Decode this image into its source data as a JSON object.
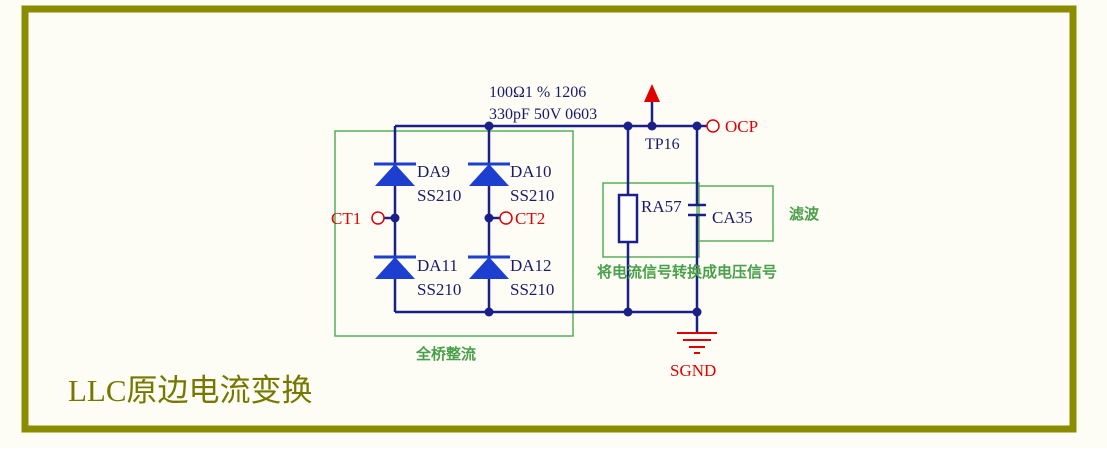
{
  "colors": {
    "frame": "#8b8c00",
    "wire": "#1a1f8a",
    "diode": "#1c3fd0",
    "group_box": "#5aae5a",
    "group_text": "#4a9f4a",
    "red": "#e00000",
    "label": "#1a1a6a",
    "title": "#777700",
    "sheet_bg": "#fdfdf5"
  },
  "title": "LLC原边电流变换",
  "components": {
    "da9": {
      "ref": "DA9",
      "value": "SS210"
    },
    "da10": {
      "ref": "DA10",
      "value": "SS210"
    },
    "da11": {
      "ref": "DA11",
      "value": "SS210"
    },
    "da12": {
      "ref": "DA12",
      "value": "SS210"
    },
    "ra57": {
      "ref": "RA57",
      "value": "100Ω1  % 1206"
    },
    "ca35": {
      "ref": "CA35",
      "value": "330pF 50V 0603"
    },
    "tp16": {
      "ref": "TP16"
    }
  },
  "ports": {
    "ct1": "CT1",
    "ct2": "CT2",
    "ocp": "OCP",
    "sgnd": "SGND"
  },
  "groups": {
    "bridge": "全桥整流",
    "iv": "将电流信号转换成电压信号",
    "filter": "滤波"
  }
}
